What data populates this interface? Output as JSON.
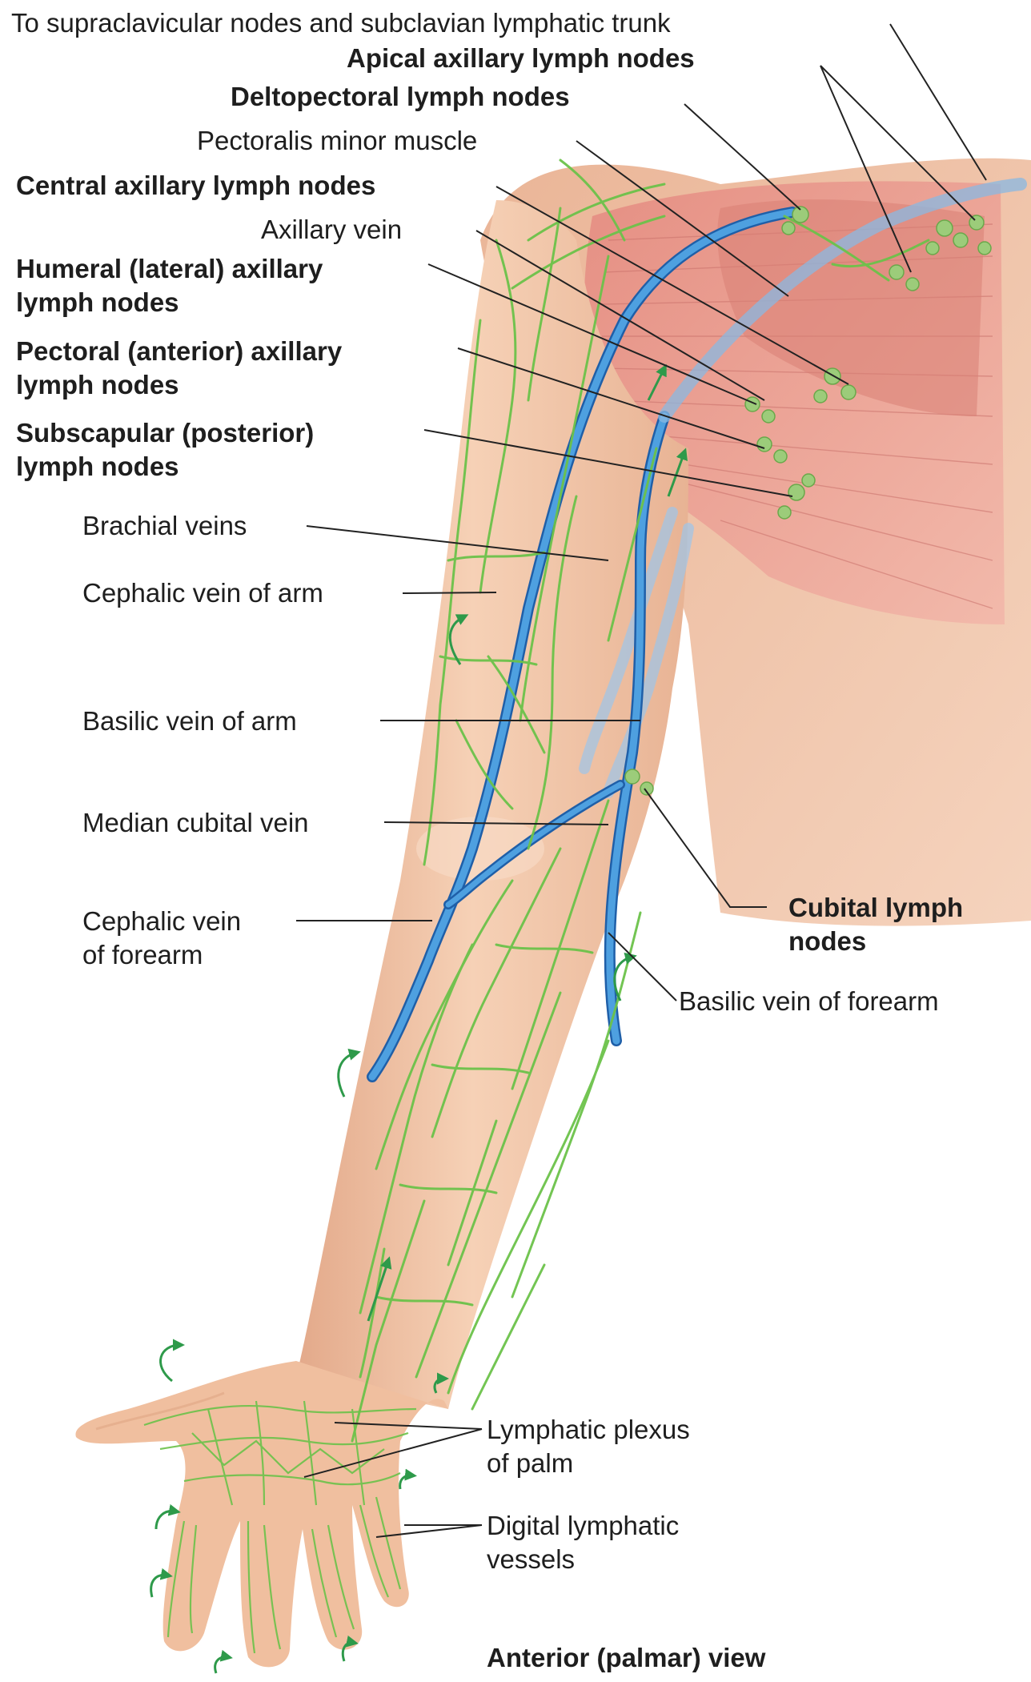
{
  "labels": {
    "supraclavicular": "To supraclavicular nodes and subclavian lymphatic trunk",
    "apical": "Apical axillary lymph nodes",
    "deltopectoral": "Deltopectoral lymph nodes",
    "pectoralis_minor": "Pectoralis minor muscle",
    "central": "Central axillary lymph nodes",
    "axillary_vein": "Axillary vein",
    "humeral_1": "Humeral (lateral) axillary",
    "humeral_2": "lymph nodes",
    "pectoral_1": "Pectoral (anterior) axillary",
    "pectoral_2": "lymph nodes",
    "subscapular_1": "Subscapular (posterior)",
    "subscapular_2": "lymph nodes",
    "brachial": "Brachial veins",
    "cephalic_arm": "Cephalic vein of arm",
    "basilic_arm": "Basilic vein of arm",
    "median_cubital": "Median cubital vein",
    "cephalic_forearm_1": "Cephalic vein",
    "cephalic_forearm_2": "of forearm",
    "cubital_1": "Cubital lymph",
    "cubital_2": "nodes",
    "basilic_forearm": "Basilic vein of forearm",
    "plexus_1": "Lymphatic plexus",
    "plexus_2": "of palm",
    "digital_1": "Digital lymphatic",
    "digital_2": "vessels",
    "view": "Anterior (palmar) view"
  },
  "colors": {
    "skin": "#f2c6a6",
    "skin_shadow": "#e3a98a",
    "muscle": "#e59a8e",
    "muscle_striation": "#c9706a",
    "vein": "#3d8fd6",
    "vein_edge": "#1f5fa8",
    "lymph": "#6cc24a",
    "lymph_node": "#9ccc7a",
    "arrow": "#2e9a4a",
    "leader_line": "#222222",
    "label_text": "#1e1e1e"
  },
  "icons": {
    "flow_arrow": "curved-arrow-icon",
    "node": "lymph-node-icon"
  }
}
